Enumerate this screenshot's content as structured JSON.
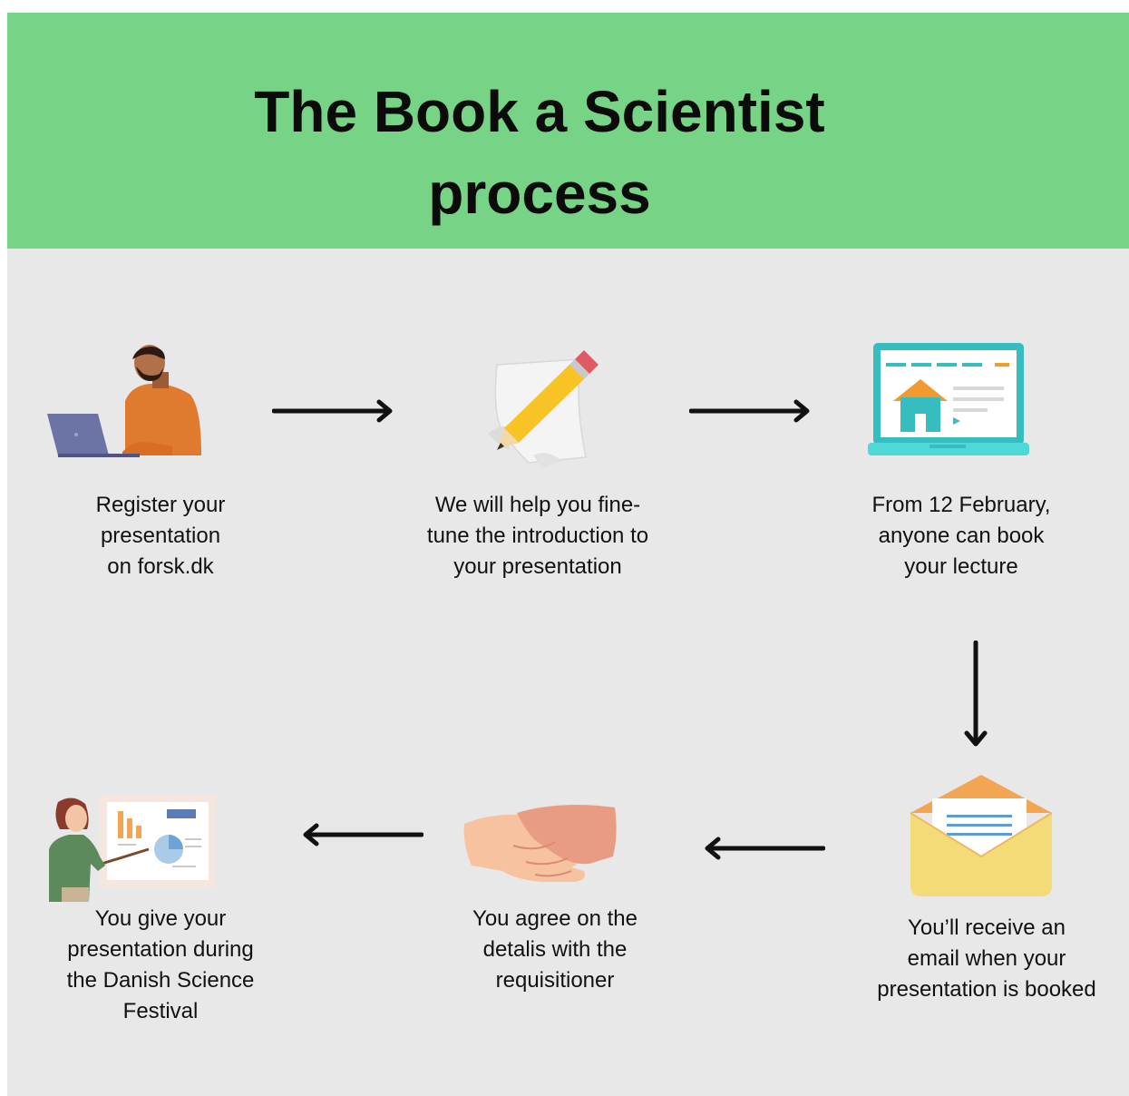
{
  "title": "The Book a Scientist\nprocess",
  "colors": {
    "header_bg": "#77d385",
    "panel_bg": "#e8e8e8",
    "text": "#111111",
    "arrow": "#111111"
  },
  "steps": [
    {
      "caption": "Register your\npresentation\non forsk.dk",
      "icon": "person-at-laptop-icon"
    },
    {
      "caption": "We will help you fine-\ntune the introduction to\nyour presentation",
      "icon": "pencil-paper-icon"
    },
    {
      "caption": "From 12 February,\nanyone can book\nyour lecture",
      "icon": "laptop-booking-page-icon"
    },
    {
      "caption": "You’ll receive an\nemail when your\npresentation is booked",
      "icon": "envelope-icon"
    },
    {
      "caption": "You agree on the\ndetalis with the\nrequisitioner",
      "icon": "handshake-icon"
    },
    {
      "caption": "You give your\npresentation during\nthe Danish Science\nFestival",
      "icon": "presenter-at-board-icon"
    }
  ],
  "arrows": [
    {
      "from": 1,
      "to": 2,
      "direction": "right"
    },
    {
      "from": 2,
      "to": 3,
      "direction": "right"
    },
    {
      "from": 3,
      "to": 4,
      "direction": "down"
    },
    {
      "from": 4,
      "to": 5,
      "direction": "left"
    },
    {
      "from": 5,
      "to": 6,
      "direction": "left"
    }
  ]
}
